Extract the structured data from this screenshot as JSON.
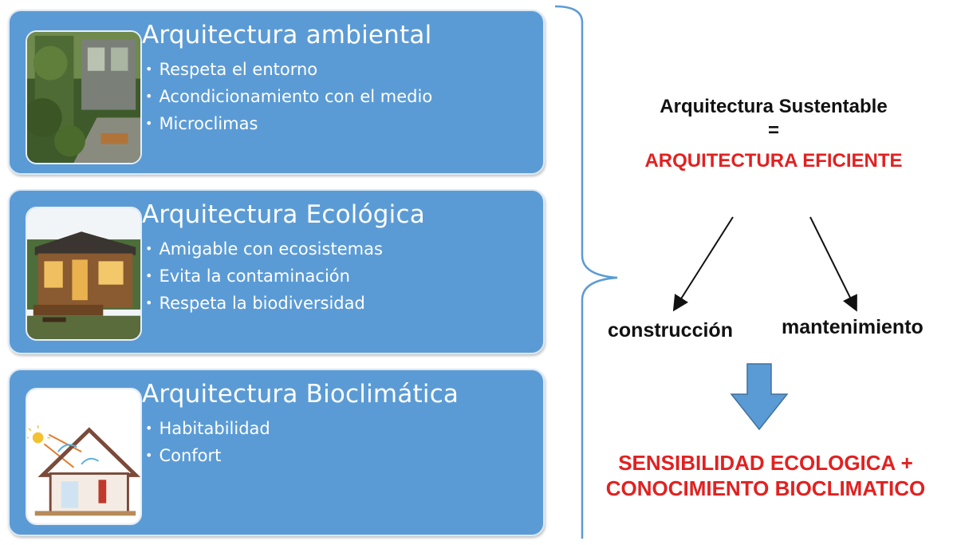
{
  "cards": [
    {
      "title": "Arquitectura ambiental",
      "items": [
        "Respeta el entorno",
        "Acondicionamiento con el medio",
        "Microclimas"
      ],
      "image": "jungle-house-photo"
    },
    {
      "title": "Arquitectura Ecológica",
      "items": [
        "Amigable con ecosistemas",
        "Evita la contaminación",
        "Respeta la biodiversidad"
      ],
      "image": "tiny-wooden-house-photo"
    },
    {
      "title": "Arquitectura Bioclimática",
      "items": [
        "Habitabilidad",
        "Confort"
      ],
      "image": "bioclimatic-house-sketch"
    }
  ],
  "right": {
    "line1": "Arquitectura Sustentable",
    "equals": "=",
    "line2": "ARQUITECTURA EFICIENTE",
    "branch_left": "construcción",
    "branch_right": "mantenimiento",
    "result_line1": "SENSIBILIDAD ECOLOGICA +",
    "result_line2": "CONOCIMIENTO BIOCLIMATICO"
  },
  "colors": {
    "card_fill": "#5b9bd5",
    "accent_red": "#e12121",
    "arrow_blue": "#5b9bd5",
    "brace": "#5b9bd5"
  }
}
